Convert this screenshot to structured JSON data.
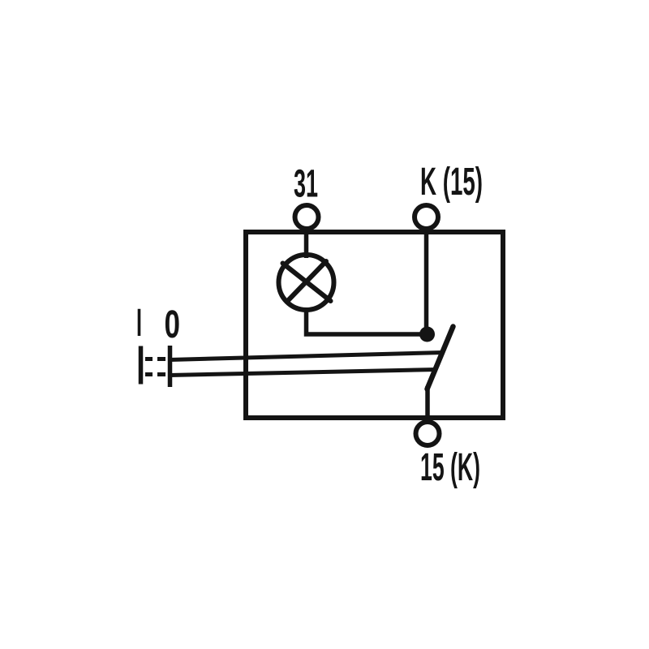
{
  "diagram": {
    "background_color": "#ffffff",
    "line_color": "#141414",
    "labels": {
      "terminal_31": "31",
      "terminal_k15": "K (15)",
      "terminal_15k": "15 (K)",
      "position_on": "I",
      "position_off": "0"
    },
    "symbols": [
      "terminal-circle",
      "indicator-lamp",
      "switch-contact",
      "actuator-link"
    ]
  }
}
